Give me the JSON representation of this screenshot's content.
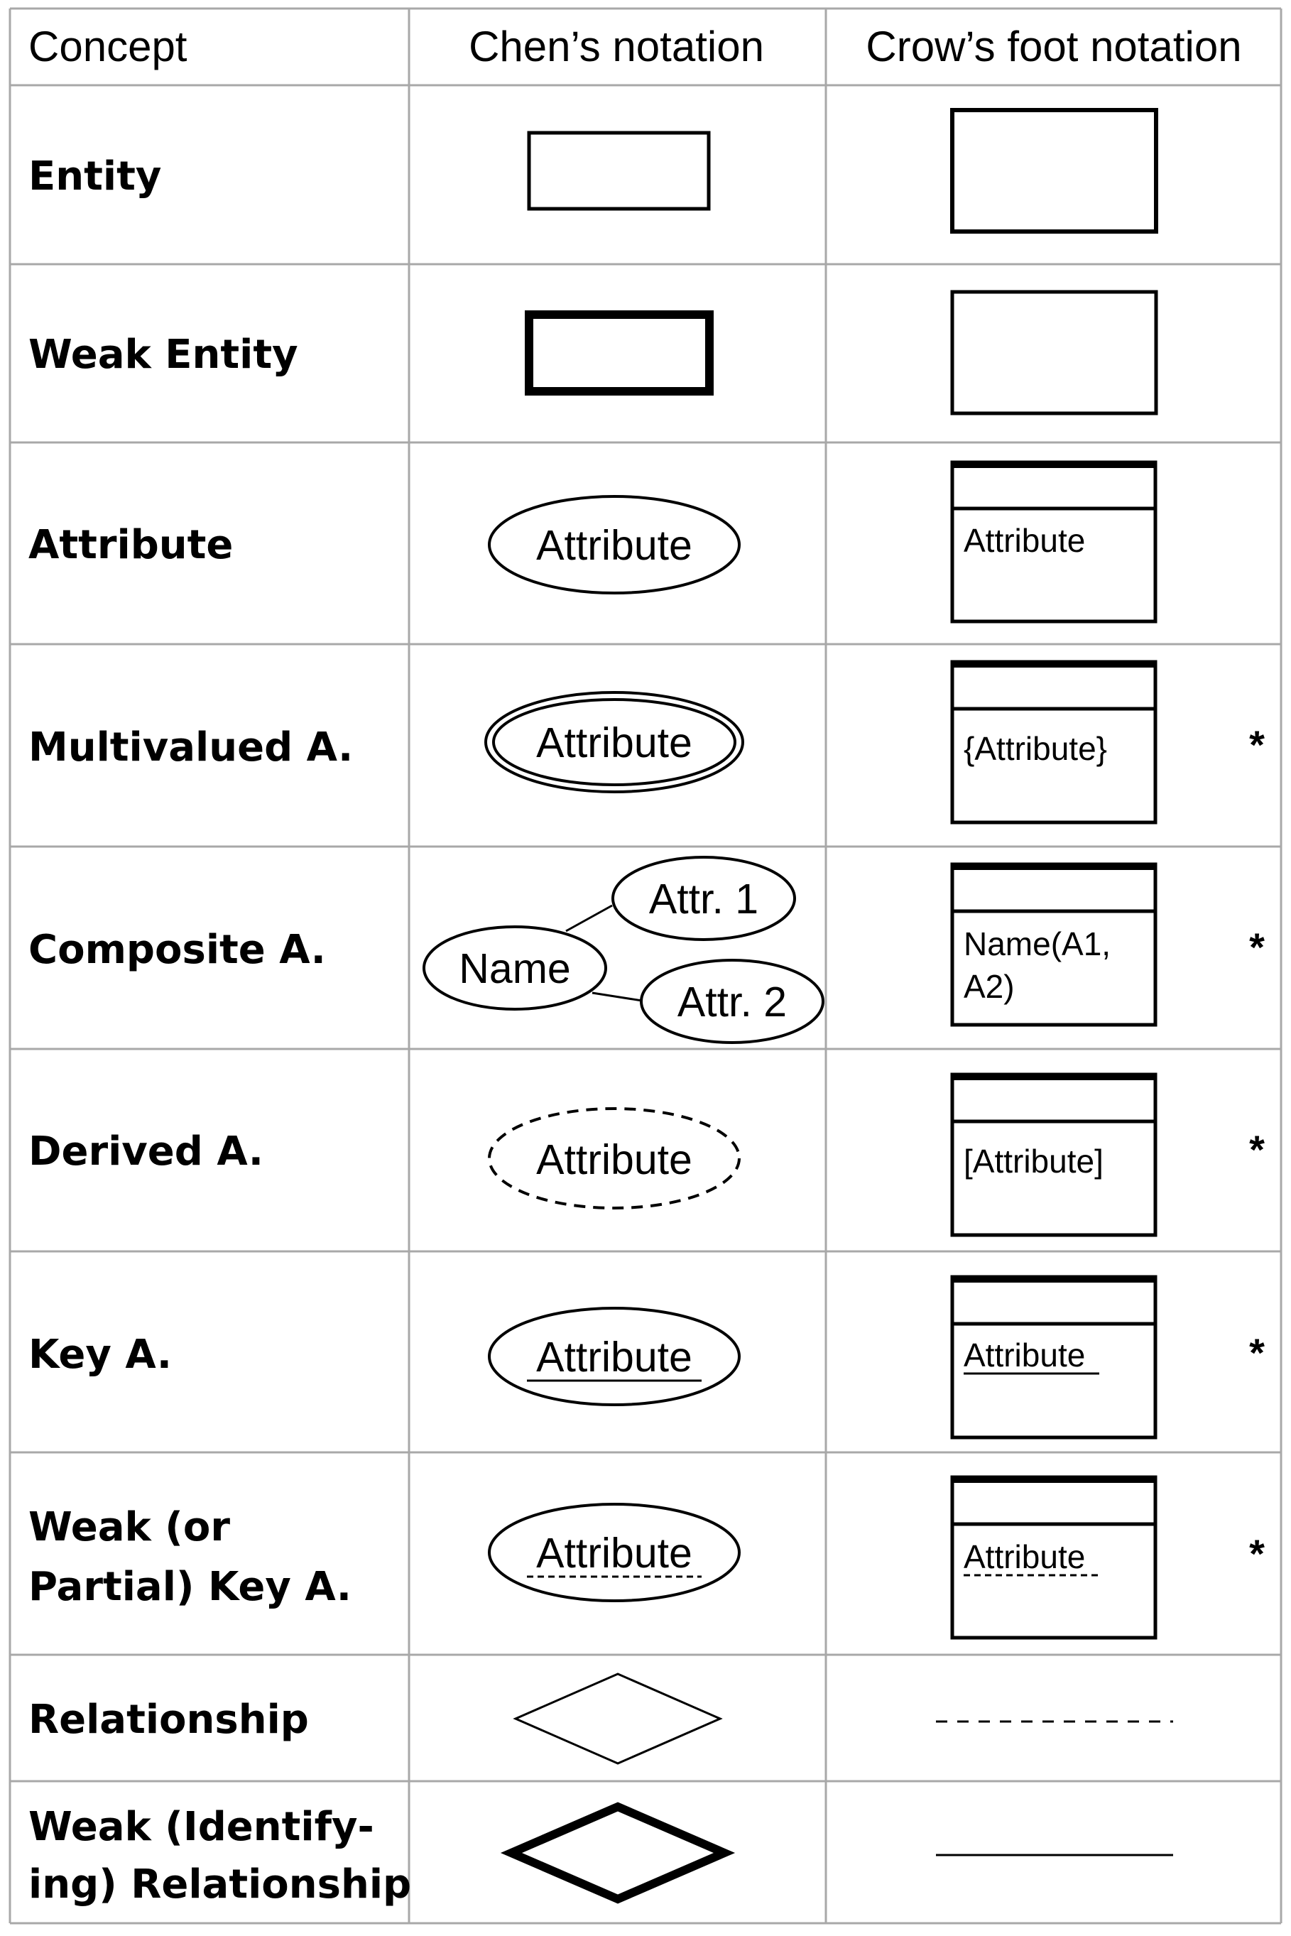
{
  "headers": [
    "Concept",
    "Chen’s notation",
    "Crow’s foot notation"
  ],
  "rows": [
    {
      "concept": [
        "Entity"
      ],
      "chen": "",
      "crow": [],
      "marker": ""
    },
    {
      "concept": [
        "Weak Entity"
      ],
      "chen": "",
      "crow": [],
      "marker": ""
    },
    {
      "concept": [
        "Attribute"
      ],
      "chen": "Attribute",
      "crow": [
        "Attribute"
      ],
      "marker": ""
    },
    {
      "concept": [
        "Multivalued A."
      ],
      "chen": "Attribute",
      "crow": [
        "{Attribute}"
      ],
      "marker": "*"
    },
    {
      "concept": [
        "Composite A."
      ],
      "chen": "Name",
      "chen_parts": [
        "Attr. 1",
        "Attr. 2"
      ],
      "crow": [
        "Name(A1,",
        "A2)"
      ],
      "marker": "*"
    },
    {
      "concept": [
        "Derived A."
      ],
      "chen": "Attribute",
      "crow": [
        "[Attribute]"
      ],
      "marker": "*"
    },
    {
      "concept": [
        "Key A."
      ],
      "chen": "Attribute",
      "crow": [
        "Attribute"
      ],
      "marker": "*"
    },
    {
      "concept": [
        "Weak (or",
        "Partial) Key A."
      ],
      "chen": "Attribute",
      "crow": [
        "Attribute"
      ],
      "marker": "*"
    },
    {
      "concept": [
        "Relationship"
      ],
      "chen": "",
      "crow": [],
      "marker": ""
    },
    {
      "concept": [
        "Weak (Identify-",
        "ing) Relationship"
      ],
      "chen": "",
      "crow": [],
      "marker": ""
    }
  ],
  "colors": {
    "grid": "#a8a8a8",
    "ink": "#000000",
    "background": "#ffffff"
  }
}
